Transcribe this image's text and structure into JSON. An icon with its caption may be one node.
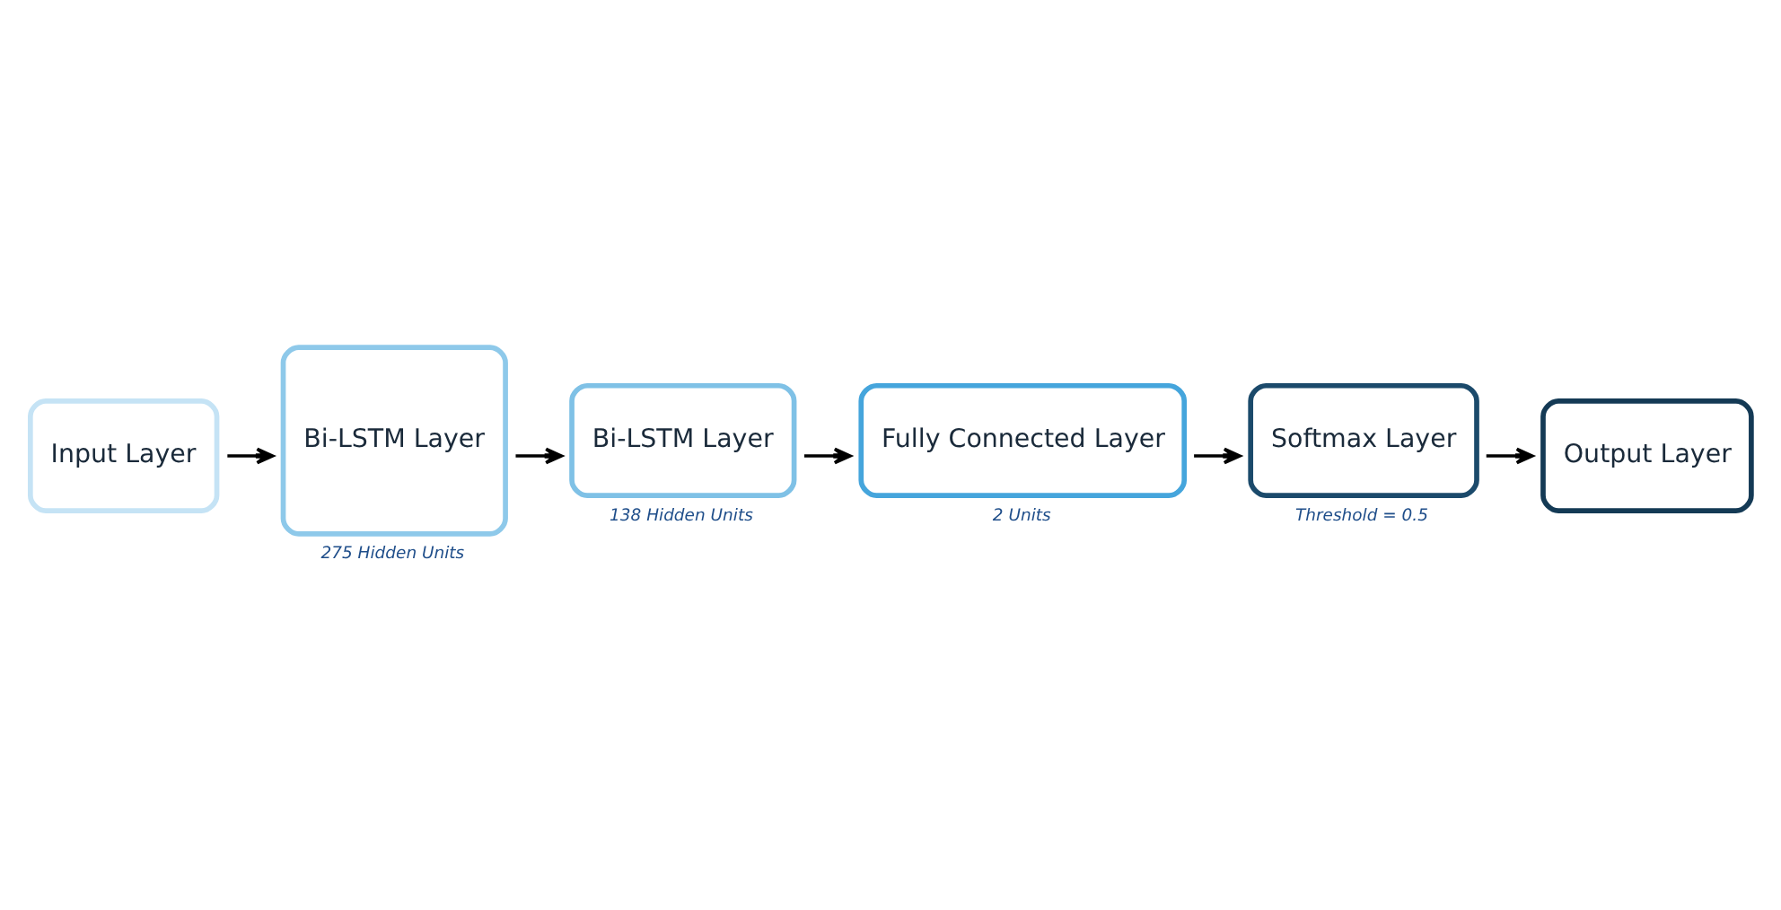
{
  "diagram": {
    "nodes": [
      {
        "text": [
          "Input Layer"
        ]
      },
      {
        "text": [
          "Bi-LSTM Layer"
        ],
        "beside": [
          "275 Hidden Units"
        ]
      },
      {
        "text": [
          "Bi-LSTM Layer"
        ],
        "beside": [
          "138 Hidden Units"
        ]
      },
      {
        "text": [
          "Fully Connected Layer"
        ],
        "beside": [
          "2 Units"
        ]
      },
      {
        "text": [
          "Softmax Layer"
        ],
        "beside": [
          "Threshold = 0.5"
        ]
      },
      {
        "text": [
          "Output Layer"
        ]
      }
    ],
    "edges": [
      {
        "from": 0,
        "to": 1,
        "arrow": "to"
      },
      {
        "from": 1,
        "to": 2,
        "arrow": "to"
      },
      {
        "from": 2,
        "to": 3,
        "arrow": "to"
      },
      {
        "from": 3,
        "to": 4,
        "arrow": "to"
      },
      {
        "from": 4,
        "to": 5,
        "arrow": "to"
      }
    ]
  }
}
